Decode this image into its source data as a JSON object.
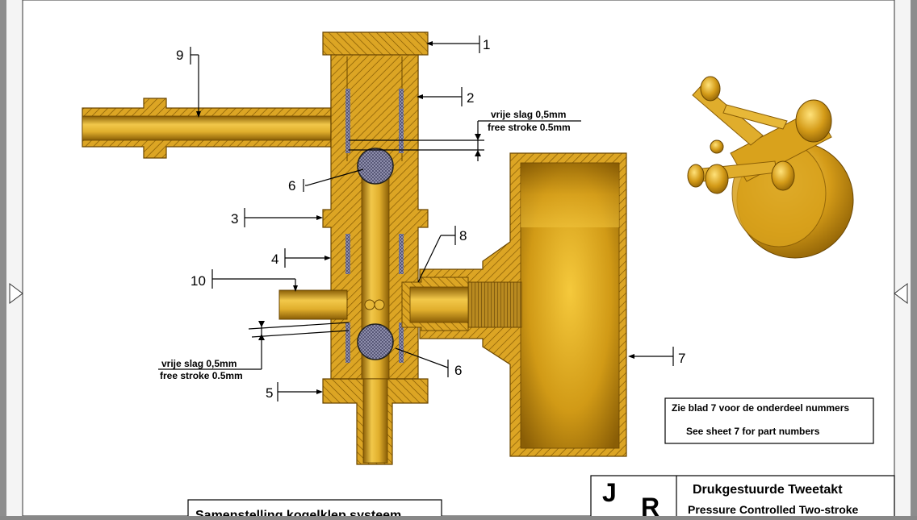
{
  "callouts": [
    {
      "id": "1",
      "text": "1"
    },
    {
      "id": "2",
      "text": "2"
    },
    {
      "id": "3",
      "text": "3"
    },
    {
      "id": "4",
      "text": "4"
    },
    {
      "id": "5",
      "text": "5"
    },
    {
      "id": "6a",
      "text": "6"
    },
    {
      "id": "6b",
      "text": "6"
    },
    {
      "id": "7",
      "text": "7"
    },
    {
      "id": "8",
      "text": "8"
    },
    {
      "id": "9",
      "text": "9"
    },
    {
      "id": "10",
      "text": "10"
    }
  ],
  "notes": {
    "stroke_top_nl": "vrije slag 0,5mm",
    "stroke_top_en": "free stroke 0.5mm",
    "stroke_bottom_nl": "vrije slag 0,5mm",
    "stroke_bottom_en": "free stroke 0.5mm"
  },
  "info_box": {
    "line1": "Zie blad 7 voor de onderdeel nummers",
    "line2": "See sheet 7 for part numbers"
  },
  "title_block": {
    "logo_j": "J",
    "logo_r": "R",
    "title_nl": "Drukgestuurde Tweetakt",
    "title_en": "Pressure Controlled Two-stroke"
  },
  "drawing_title": "Samenstelling kogelklep systeem",
  "colors": {
    "metal": "#d8a21f",
    "metal_dark": "#9a6a05",
    "hatch": "#7a5200",
    "paper": "#ffffff",
    "frame": "#8a8a8a"
  }
}
